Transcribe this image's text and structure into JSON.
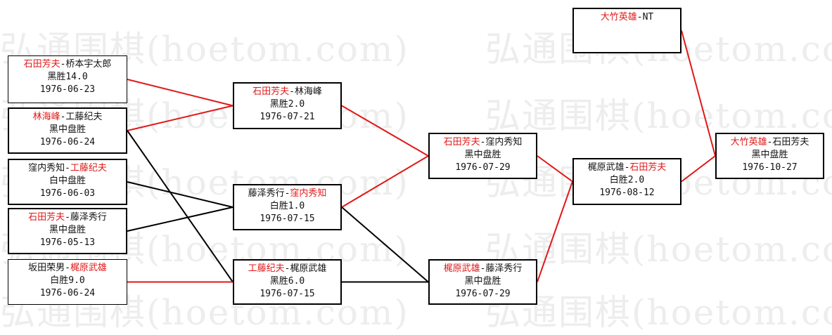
{
  "watermark": "弘通围棋(hoetom.com)",
  "colors": {
    "winner": "#e01818",
    "winner_line": "#e01818",
    "loser_line": "#000000"
  },
  "games": [
    {
      "id": "g1",
      "p1": "石田芳夫",
      "p2": "桥本宇太郎",
      "winner": "p1",
      "result": "黑胜14.0",
      "date": "1976-06-23"
    },
    {
      "id": "g2",
      "p1": "林海峰",
      "p2": "工藤纪夫",
      "winner": "p1",
      "result": "黑中盘胜",
      "date": "1976-06-24"
    },
    {
      "id": "g3",
      "p1": "窪内秀知",
      "p2": "工藤纪夫",
      "winner": "p2",
      "result": "白中盘胜",
      "date": "1976-06-03"
    },
    {
      "id": "g4",
      "p1": "石田芳夫",
      "p2": "藤泽秀行",
      "winner": "p1",
      "result": "黑中盘胜",
      "date": "1976-05-13"
    },
    {
      "id": "g5",
      "p1": "坂田荣男",
      "p2": "梶原武雄",
      "winner": "p2",
      "result": "白胜9.0",
      "date": "1976-06-24"
    },
    {
      "id": "g6",
      "p1": "石田芳夫",
      "p2": "林海峰",
      "winner": "p1",
      "result": "黑胜2.0",
      "date": "1976-07-21"
    },
    {
      "id": "g7",
      "p1": "藤泽秀行",
      "p2": "窪内秀知",
      "winner": "p2",
      "result": "白胜1.0",
      "date": "1976-07-15"
    },
    {
      "id": "g8",
      "p1": "工藤纪夫",
      "p2": "梶原武雄",
      "winner": "p1",
      "result": "黑胜6.0",
      "date": "1976-07-15"
    },
    {
      "id": "g9",
      "p1": "石田芳夫",
      "p2": "窪内秀知",
      "winner": "p1",
      "result": "黑中盘胜",
      "date": "1976-07-29"
    },
    {
      "id": "g10",
      "p1": "梶原武雄",
      "p2": "藤泽秀行",
      "winner": "p1",
      "result": "黑中盘胜",
      "date": "1976-07-29"
    },
    {
      "id": "g11",
      "p1": "梶原武雄",
      "p2": "石田芳夫",
      "winner": "p2",
      "result": "白胜2.0",
      "date": "1976-08-12"
    },
    {
      "id": "g12",
      "p1": "大竹英雄",
      "p2": "NT",
      "winner": "p1",
      "result": "",
      "date": ""
    },
    {
      "id": "g13",
      "p1": "大竹英雄",
      "p2": "石田芳夫",
      "winner": "p1",
      "result": "黑中盘胜",
      "date": "1976-10-27"
    }
  ],
  "links": [
    {
      "from": "g1",
      "to": "g6",
      "type": "win"
    },
    {
      "from": "g2",
      "to": "g6",
      "type": "win"
    },
    {
      "from": "g2",
      "to": "g8",
      "type": "loss"
    },
    {
      "from": "g3",
      "to": "g7",
      "type": "loss"
    },
    {
      "from": "g4",
      "to": "g7",
      "type": "loss"
    },
    {
      "from": "g5",
      "to": "g8",
      "type": "win"
    },
    {
      "from": "g6",
      "to": "g9",
      "type": "win"
    },
    {
      "from": "g7",
      "to": "g9",
      "type": "win"
    },
    {
      "from": "g7",
      "to": "g10",
      "type": "loss"
    },
    {
      "from": "g8",
      "to": "g10",
      "type": "loss"
    },
    {
      "from": "g9",
      "to": "g11",
      "type": "win"
    },
    {
      "from": "g10",
      "to": "g11",
      "type": "win"
    },
    {
      "from": "g11",
      "to": "g13",
      "type": "win"
    },
    {
      "from": "g12",
      "to": "g13",
      "type": "win"
    }
  ]
}
